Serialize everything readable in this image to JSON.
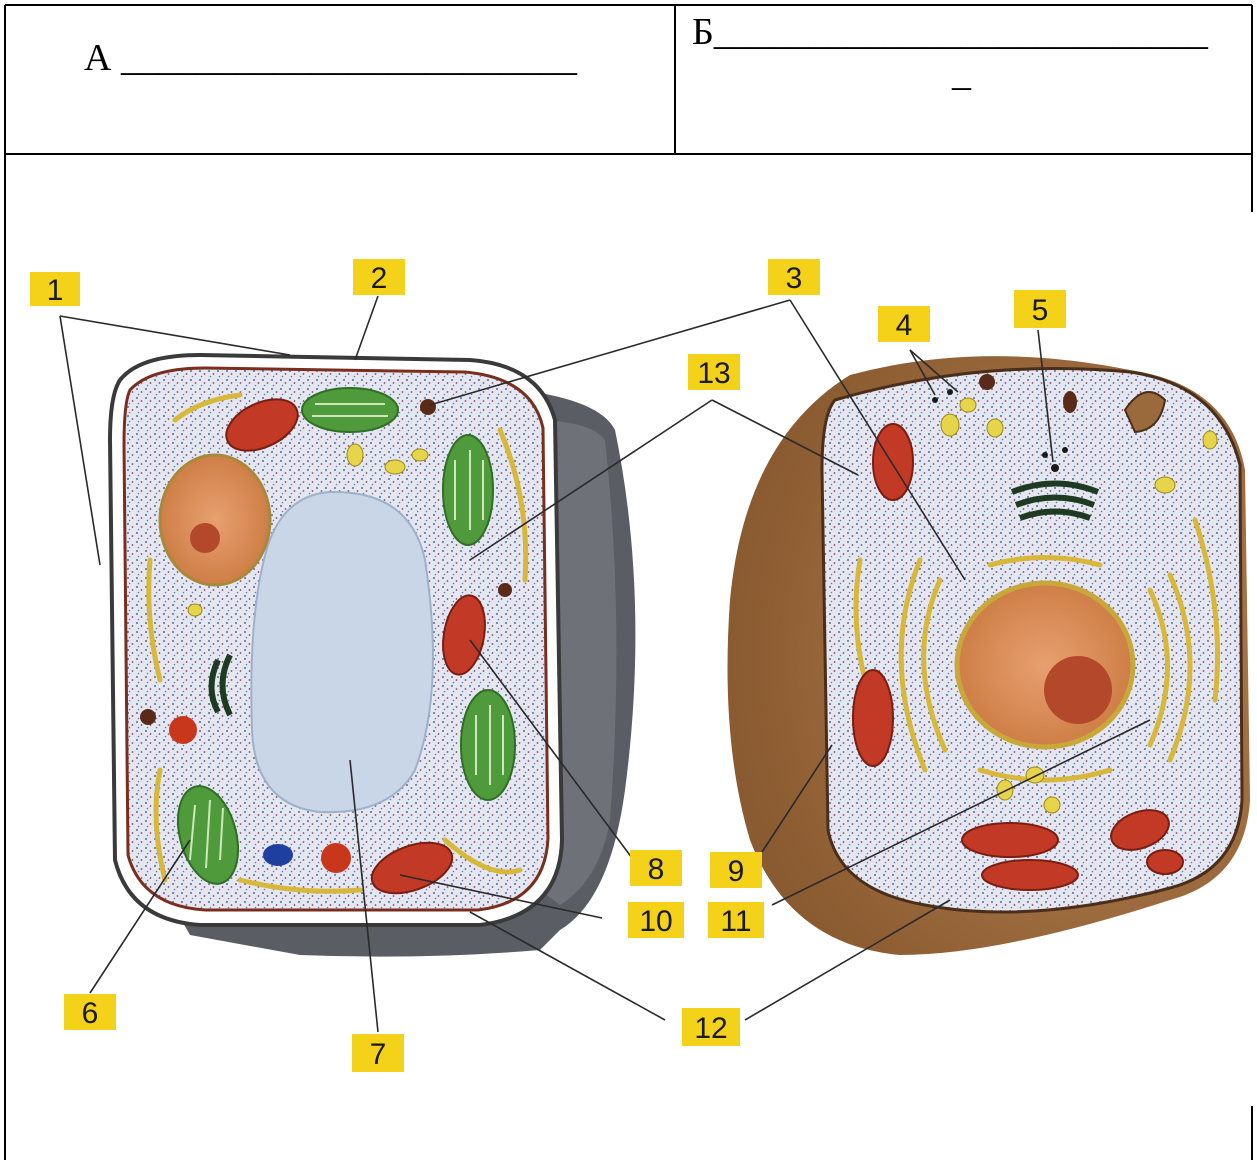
{
  "table": {
    "header_a": "А ________________________",
    "header_b": "Б__________________________",
    "header_b_line2": "–"
  },
  "labels": [
    "1",
    "2",
    "3",
    "4",
    "5",
    "6",
    "7",
    "8",
    "9",
    "10",
    "11",
    "12",
    "13"
  ],
  "colors": {
    "label_fill": "#f5d21a",
    "cell_wall": "#5a5d63",
    "cytoplasm": "#dfe2ee",
    "vacuole": "#c9d6e8",
    "chloroplast": "#4f9a3a",
    "mitochondrion": "#c23a25",
    "er_golgi": "#d8b83a",
    "nucleus": "#d98a55",
    "animal_outer": "#9b6a3c"
  }
}
